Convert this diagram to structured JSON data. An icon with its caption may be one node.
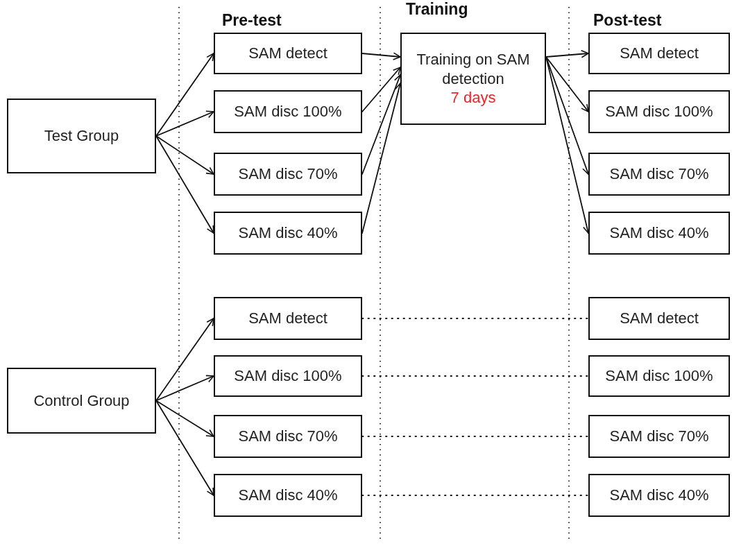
{
  "diagram": {
    "nodes": [
      {
        "text": [
          "Test Group"
        ]
      },
      {
        "text": [
          "SAM detect"
        ]
      },
      {
        "text": [
          "SAM disc 100%"
        ]
      },
      {
        "text": [
          "SAM disc 70%"
        ]
      },
      {
        "text": [
          "SAM disc 40%"
        ]
      },
      {
        "text": [
          "Training on SAM detection",
          "7 days"
        ]
      },
      {
        "text": [
          "SAM detect"
        ]
      },
      {
        "text": [
          "SAM disc 100%"
        ]
      },
      {
        "text": [
          "SAM disc 70%"
        ]
      },
      {
        "text": [
          "SAM disc 40%"
        ]
      },
      {
        "text": [
          "Control Group"
        ]
      },
      {
        "text": [
          "SAM detect"
        ]
      },
      {
        "text": [
          "SAM disc 100%"
        ]
      },
      {
        "text": [
          "SAM disc 70%"
        ]
      },
      {
        "text": [
          "SAM disc 40%"
        ]
      },
      {
        "text": [
          "SAM detect"
        ]
      },
      {
        "text": [
          "SAM disc 100%"
        ]
      },
      {
        "text": [
          "SAM disc 70%"
        ]
      },
      {
        "text": [
          "SAM disc 40%"
        ]
      }
    ],
    "edges": [
      {
        "from": 0,
        "to": 1,
        "arrow": "to"
      },
      {
        "from": 0,
        "to": 2,
        "arrow": "to"
      },
      {
        "from": 0,
        "to": 3,
        "arrow": "to"
      },
      {
        "from": 0,
        "to": 4,
        "arrow": "to"
      },
      {
        "from": 1,
        "to": 5,
        "arrow": "to"
      },
      {
        "from": 2,
        "to": 5,
        "arrow": "to"
      },
      {
        "from": 3,
        "to": 5,
        "arrow": "to"
      },
      {
        "from": 4,
        "to": 5,
        "arrow": "to"
      },
      {
        "from": 5,
        "to": 6,
        "arrow": "to"
      },
      {
        "from": 5,
        "to": 7,
        "arrow": "to"
      },
      {
        "from": 5,
        "to": 8,
        "arrow": "to"
      },
      {
        "from": 5,
        "to": 9,
        "arrow": "to"
      },
      {
        "from": 10,
        "to": 11,
        "arrow": "to"
      },
      {
        "from": 10,
        "to": 12,
        "arrow": "to"
      },
      {
        "from": 10,
        "to": 13,
        "arrow": "to"
      },
      {
        "from": 10,
        "to": 14,
        "arrow": "to"
      },
      {
        "from": 11,
        "to": 15,
        "arrow": "none",
        "style": "dashed"
      },
      {
        "from": 12,
        "to": 16,
        "arrow": "none",
        "style": "dashed"
      },
      {
        "from": 13,
        "to": 17,
        "arrow": "none",
        "style": "dashed"
      },
      {
        "from": 14,
        "to": 18,
        "arrow": "none",
        "style": "dashed"
      }
    ],
    "labels": [
      "Pre-test",
      "Training",
      "Post-test"
    ]
  }
}
